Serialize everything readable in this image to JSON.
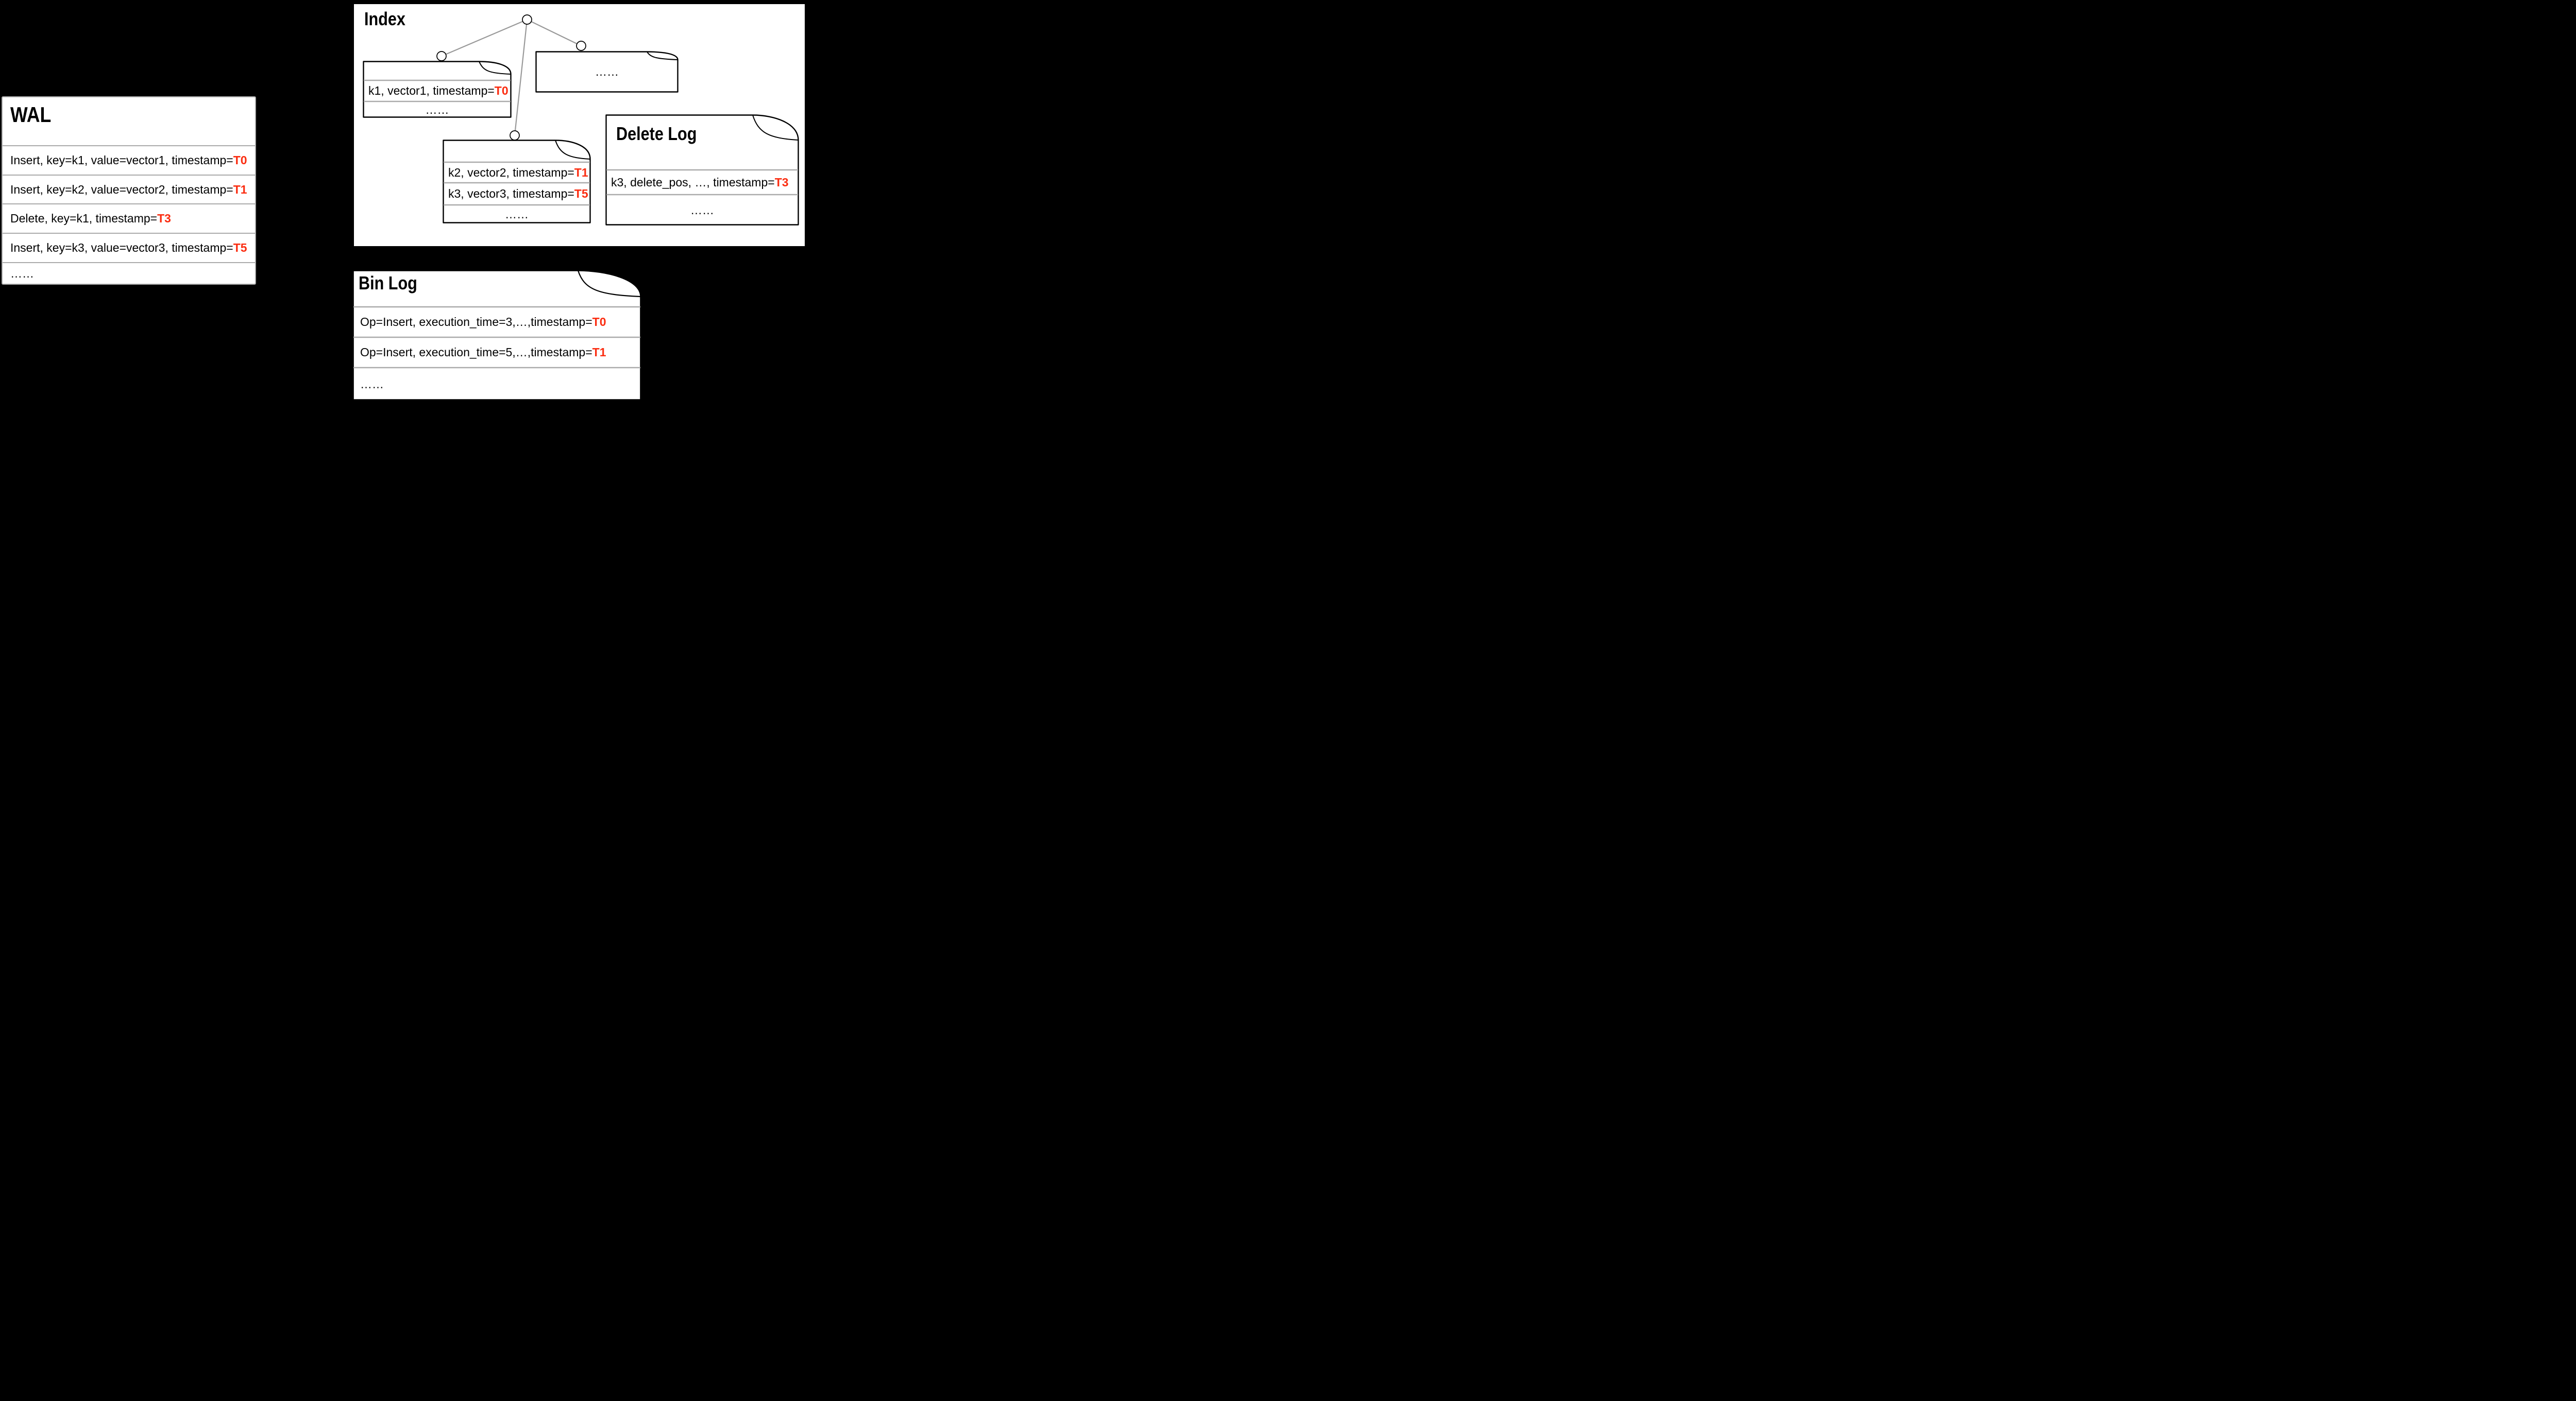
{
  "colors": {
    "background": "#000000",
    "page_white": "#FFFFFF",
    "text_black": "#000000",
    "timestamp_red": "#FB2D11",
    "separator_gray": "#ABABAB",
    "tree_edge_gray": "#999999"
  },
  "wal": {
    "title": "WAL",
    "rows": [
      {
        "prefix": "Insert, key=k1, value=vector1, timestamp=",
        "timestamp": "T0"
      },
      {
        "prefix": "Insert, key=k2, value=vector2, timestamp=",
        "timestamp": "T1"
      },
      {
        "prefix": "Delete, key=k1, timestamp=",
        "timestamp": "T3"
      },
      {
        "prefix": "Insert, key=k3, value=vector3, timestamp=",
        "timestamp": "T5"
      }
    ],
    "ellipsis": "……"
  },
  "index": {
    "title": "Index",
    "left_leaf": {
      "rows": [
        {
          "prefix": "k1, vector1, timestamp=",
          "timestamp": "T0"
        }
      ],
      "ellipsis": "……"
    },
    "middle_leaf": {
      "rows": [
        {
          "prefix": "k2, vector2, timestamp=",
          "timestamp": "T1"
        },
        {
          "prefix": "k3, vector3, timestamp=",
          "timestamp": "T5"
        }
      ],
      "ellipsis": "……"
    },
    "right_leaf": {
      "ellipsis": "……"
    },
    "delete_log": {
      "title": "Delete Log",
      "rows": [
        {
          "prefix": "k3, delete_pos, …, timestamp=",
          "timestamp": "T3"
        }
      ],
      "ellipsis": "……"
    }
  },
  "bin_log": {
    "title": "Bin Log",
    "rows": [
      {
        "prefix": "Op=Insert, execution_time=3,…,timestamp=",
        "timestamp": "T0"
      },
      {
        "prefix": "Op=Insert, execution_time=5,…,timestamp=",
        "timestamp": "T1"
      }
    ],
    "ellipsis": "……"
  }
}
